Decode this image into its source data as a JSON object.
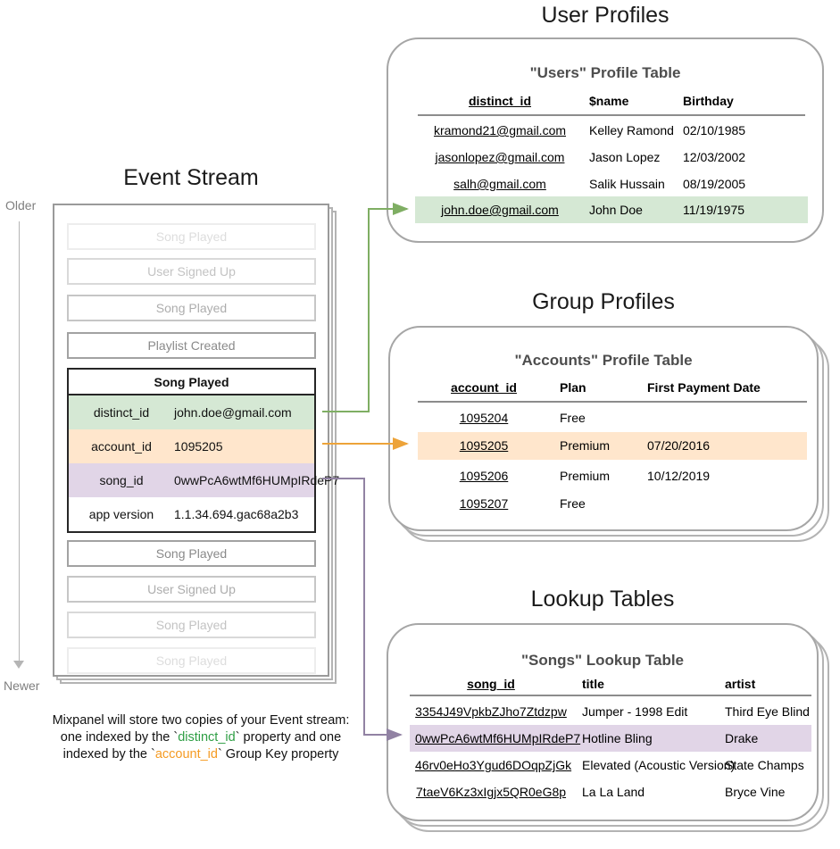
{
  "titles": {
    "event_stream": "Event Stream",
    "user_profiles": "User Profiles",
    "group_profiles": "Group Profiles",
    "lookup_tables": "Lookup Tables"
  },
  "timeline": {
    "older": "Older",
    "newer": "Newer"
  },
  "event_stream": {
    "events_before": [
      {
        "label": "Song Played"
      },
      {
        "label": "User Signed Up"
      },
      {
        "label": "Song Played"
      },
      {
        "label": "Playlist Created"
      }
    ],
    "card": {
      "title": "Song Played",
      "rows": [
        {
          "key": "distinct_id",
          "value": "john.doe@gmail.com",
          "highlight": "green"
        },
        {
          "key": "account_id",
          "value": "1095205",
          "highlight": "orange"
        },
        {
          "key": "song_id",
          "value": "0wwPcA6wtMf6HUMpIRdeP7",
          "highlight": "purple"
        },
        {
          "key": "app version",
          "value": "1.1.34.694.gac68a2b3",
          "highlight": "none"
        }
      ]
    },
    "events_after": [
      {
        "label": "Song Played"
      },
      {
        "label": "User Signed Up"
      },
      {
        "label": "Song Played"
      },
      {
        "label": "Song Played"
      }
    ]
  },
  "caption": {
    "line1": "Mixpanel will store two copies of your Event stream:",
    "line2_pre": "one indexed by the `",
    "line2_code": "distinct_id",
    "line2_post": "` property and one",
    "line3_pre": "indexed by the `",
    "line3_code": "account_id",
    "line3_post": "` Group Key property"
  },
  "users_table": {
    "title": "\"Users\" Profile Table",
    "columns": [
      "distinct_id",
      "$name",
      "Birthday"
    ],
    "rows": [
      {
        "distinct_id": "kramond21@gmail.com",
        "name": "Kelley Ramond",
        "birthday": "02/10/1985"
      },
      {
        "distinct_id": "jasonlopez@gmail.com",
        "name": "Jason Lopez",
        "birthday": "12/03/2002"
      },
      {
        "distinct_id": "salh@gmail.com",
        "name": "Salik Hussain",
        "birthday": "08/19/2005"
      },
      {
        "distinct_id": "john.doe@gmail.com",
        "name": "John Doe",
        "birthday": "11/19/1975"
      }
    ],
    "highlighted_row": 3
  },
  "accounts_table": {
    "title": "\"Accounts\" Profile Table",
    "columns": [
      "account_id",
      "Plan",
      "First Payment Date"
    ],
    "rows": [
      {
        "account_id": "1095204",
        "plan": "Free",
        "first_payment_date": ""
      },
      {
        "account_id": "1095205",
        "plan": "Premium",
        "first_payment_date": "07/20/2016"
      },
      {
        "account_id": "1095206",
        "plan": "Premium",
        "first_payment_date": "10/12/2019"
      },
      {
        "account_id": "1095207",
        "plan": "Free",
        "first_payment_date": ""
      }
    ],
    "highlighted_row": 1
  },
  "songs_table": {
    "title": "\"Songs\" Lookup Table",
    "columns": [
      "song_id",
      "title",
      "artist"
    ],
    "rows": [
      {
        "song_id": "3354J49VpkbZJho7Ztdzpw",
        "title": "Jumper - 1998 Edit",
        "artist": "Third Eye Blind"
      },
      {
        "song_id": "0wwPcA6wtMf6HUMpIRdeP7",
        "title": "Hotline Bling",
        "artist": "Drake"
      },
      {
        "song_id": "46rv0eHo3Ygud6DOqpZjGk",
        "title": "Elevated (Acoustic Version)",
        "artist": "State Champs"
      },
      {
        "song_id": "7taeV6Kz3xIgjx5QR0eG8p",
        "title": "La La Land",
        "artist": "Bryce Vine"
      }
    ],
    "highlighted_row": 1
  },
  "colors": {
    "green_highlight": "#d5e8d4",
    "orange_highlight": "#ffe6cc",
    "purple_highlight": "#e1d5e7",
    "green_arrow": "#7fae63",
    "orange_arrow": "#eda339",
    "purple_arrow": "#9182a3",
    "caption_green": "#2e9e44",
    "caption_orange": "#f59b23"
  }
}
